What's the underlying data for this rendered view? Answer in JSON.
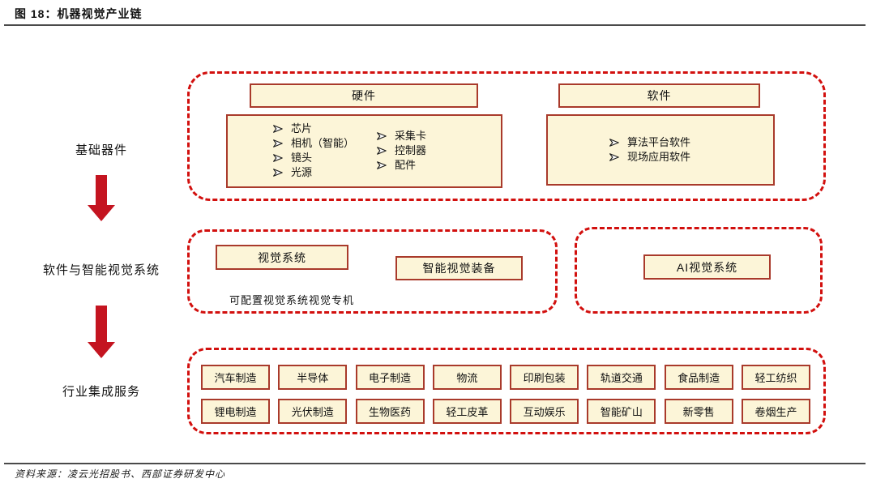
{
  "figure": {
    "title": "图 18：机器视觉产业链",
    "source": "资料来源：凌云光招股书、西部证券研发中心"
  },
  "colors": {
    "dashed_border": "#d2100e",
    "box_border": "#a93a2b",
    "box_fill": "#fcf5d8",
    "arrow": "#c41420",
    "rule": "#4a4a4a"
  },
  "levels": [
    {
      "label": "基础器件"
    },
    {
      "label": "软件与智能视觉系统"
    },
    {
      "label": "行业集成服务"
    }
  ],
  "base_components": {
    "hardware": {
      "title": "硬件",
      "items_left": [
        "芯片",
        "相机（智能）",
        "镜头",
        "光源"
      ],
      "items_right": [
        "采集卡",
        "控制器",
        "配件"
      ]
    },
    "software": {
      "title": "软件",
      "items": [
        "算法平台软件",
        "现场应用软件"
      ]
    }
  },
  "systems": {
    "vision_system": "视觉系统",
    "smart_vision_equipment": "智能视觉装备",
    "note": "可配置视觉系统视觉专机",
    "ai_vision_system": "AI视觉系统"
  },
  "industries": {
    "row1": [
      "汽车制造",
      "半导体",
      "电子制造",
      "物流",
      "印刷包装",
      "轨道交通",
      "食品制造",
      "轻工纺织"
    ],
    "row2": [
      "锂电制造",
      "光伏制造",
      "生物医药",
      "轻工皮革",
      "互动娱乐",
      "智能矿山",
      "新零售",
      "卷烟生产"
    ]
  }
}
